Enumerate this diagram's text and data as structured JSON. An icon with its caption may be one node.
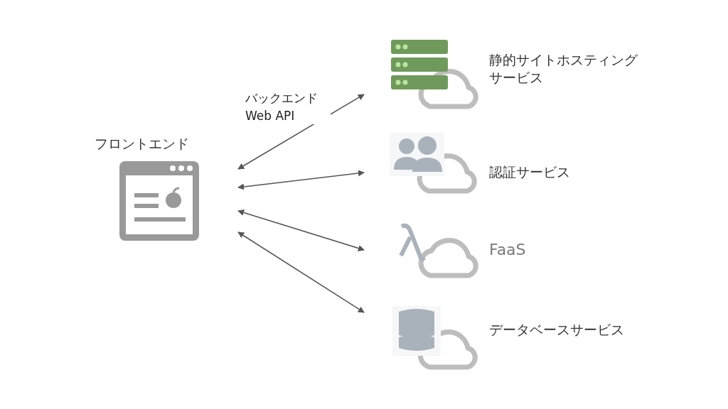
{
  "diagram": {
    "nodes": [
      {
        "text": [
          "フロントエンド"
        ]
      },
      {
        "text": [
          "静的サイトホスティングサービス"
        ]
      },
      {
        "text": [
          "認証サービス"
        ]
      },
      {
        "text": [
          "FaaS"
        ]
      },
      {
        "text": [
          "データベースサービス"
        ]
      }
    ],
    "edges": [
      {
        "from": 0,
        "to": 1,
        "arrow": "both",
        "label": "バックエンド Web API"
      },
      {
        "from": 0,
        "to": 2,
        "arrow": "both"
      },
      {
        "from": 0,
        "to": 3,
        "arrow": "both"
      },
      {
        "from": 0,
        "to": 4,
        "arrow": "both"
      }
    ]
  }
}
